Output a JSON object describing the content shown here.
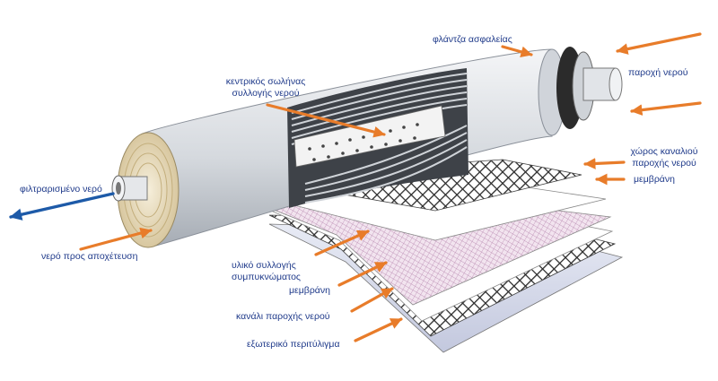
{
  "colors": {
    "label_text": "#1f3a8a",
    "arrow_orange": "#e87c2a",
    "arrow_blue": "#1d5aa8",
    "sleeve": "#d9dde2",
    "end_cap": "#ece3cc",
    "flange": "#2b2b2b"
  },
  "icons": {
    "feed_arrows": "orange-arrow-icon",
    "permeate_arrow": "blue-arrow-icon"
  },
  "labels": {
    "safety_flange": "φλάντζα ασφαλείας",
    "water_supply": "παροχή νερού",
    "central_tube": [
      "κεντρικός σωλήνας",
      "συλλογής νερού"
    ],
    "filtered_water": "φιλτραρισμένο νερό",
    "drain_water": "νερό προς αποχέτευση",
    "feed_channel_space": [
      "χώρος καναλιού",
      "παροχής νερού"
    ],
    "membrane_right": "μεμβράνη",
    "concentrate_material": [
      "υλικό συλλογής",
      "συμπυκνώματος"
    ],
    "membrane_bottom": "μεμβράνη",
    "feed_channel": "κανάλι παροχής νερού",
    "outer_wrap": "εξωτερικό περιτύλιγμα"
  }
}
